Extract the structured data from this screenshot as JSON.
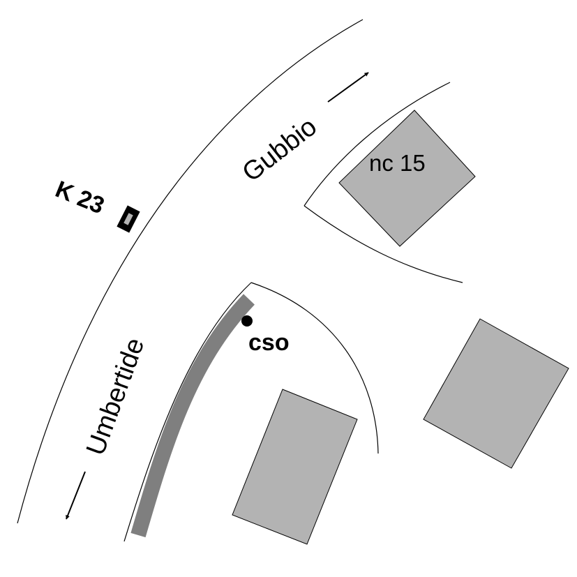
{
  "labels": {
    "road_to_gubbio": "Gubbio",
    "road_to_umbertide": "Umbertide",
    "building_number": "nc 15",
    "marker_code": "K 23",
    "point_code": "cso"
  },
  "colors": {
    "background": "#ffffff",
    "building_fill": "#b3b3b3",
    "wall_bar": "#7f7f7f",
    "line": "#000000"
  },
  "icons": {
    "direction_gubbio": "arrow-up-right-icon",
    "direction_umbertide": "arrow-down-left-icon",
    "marker": "kilometre-stone-icon",
    "point": "dot-icon"
  }
}
